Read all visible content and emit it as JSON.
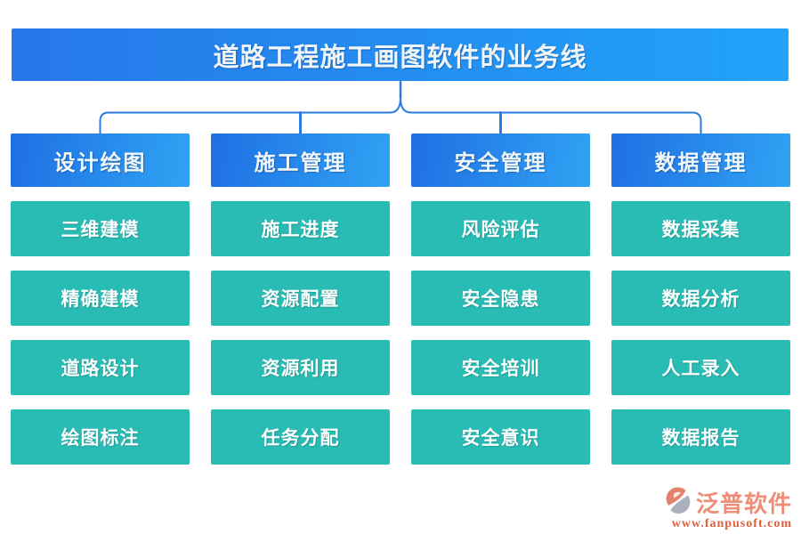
{
  "title": "道路工程施工画图软件的业务线",
  "columns": [
    {
      "header": "设计绘图",
      "items": [
        "三维建模",
        "精确建模",
        "道路设计",
        "绘图标注"
      ]
    },
    {
      "header": "施工管理",
      "items": [
        "施工进度",
        "资源配置",
        "资源利用",
        "任务分配"
      ]
    },
    {
      "header": "安全管理",
      "items": [
        "风险评估",
        "安全隐患",
        "安全培训",
        "安全意识"
      ]
    },
    {
      "header": "数据管理",
      "items": [
        "数据采集",
        "数据分析",
        "人工录入",
        "数据报告"
      ]
    }
  ],
  "footer": {
    "brand": "泛普软件",
    "url": "www.fanpusoft.com"
  },
  "colors": {
    "title_gradient_start": "#2677e9",
    "title_gradient_end": "#21a3f9",
    "header_gradient_start": "#1f6fe3",
    "header_gradient_end": "#2fa3f3",
    "node_teal": "#29bcb4",
    "connector_blue": "#2b7ce2",
    "brand_coral": "#ee8e78",
    "url_orange": "#dd5f3d"
  }
}
